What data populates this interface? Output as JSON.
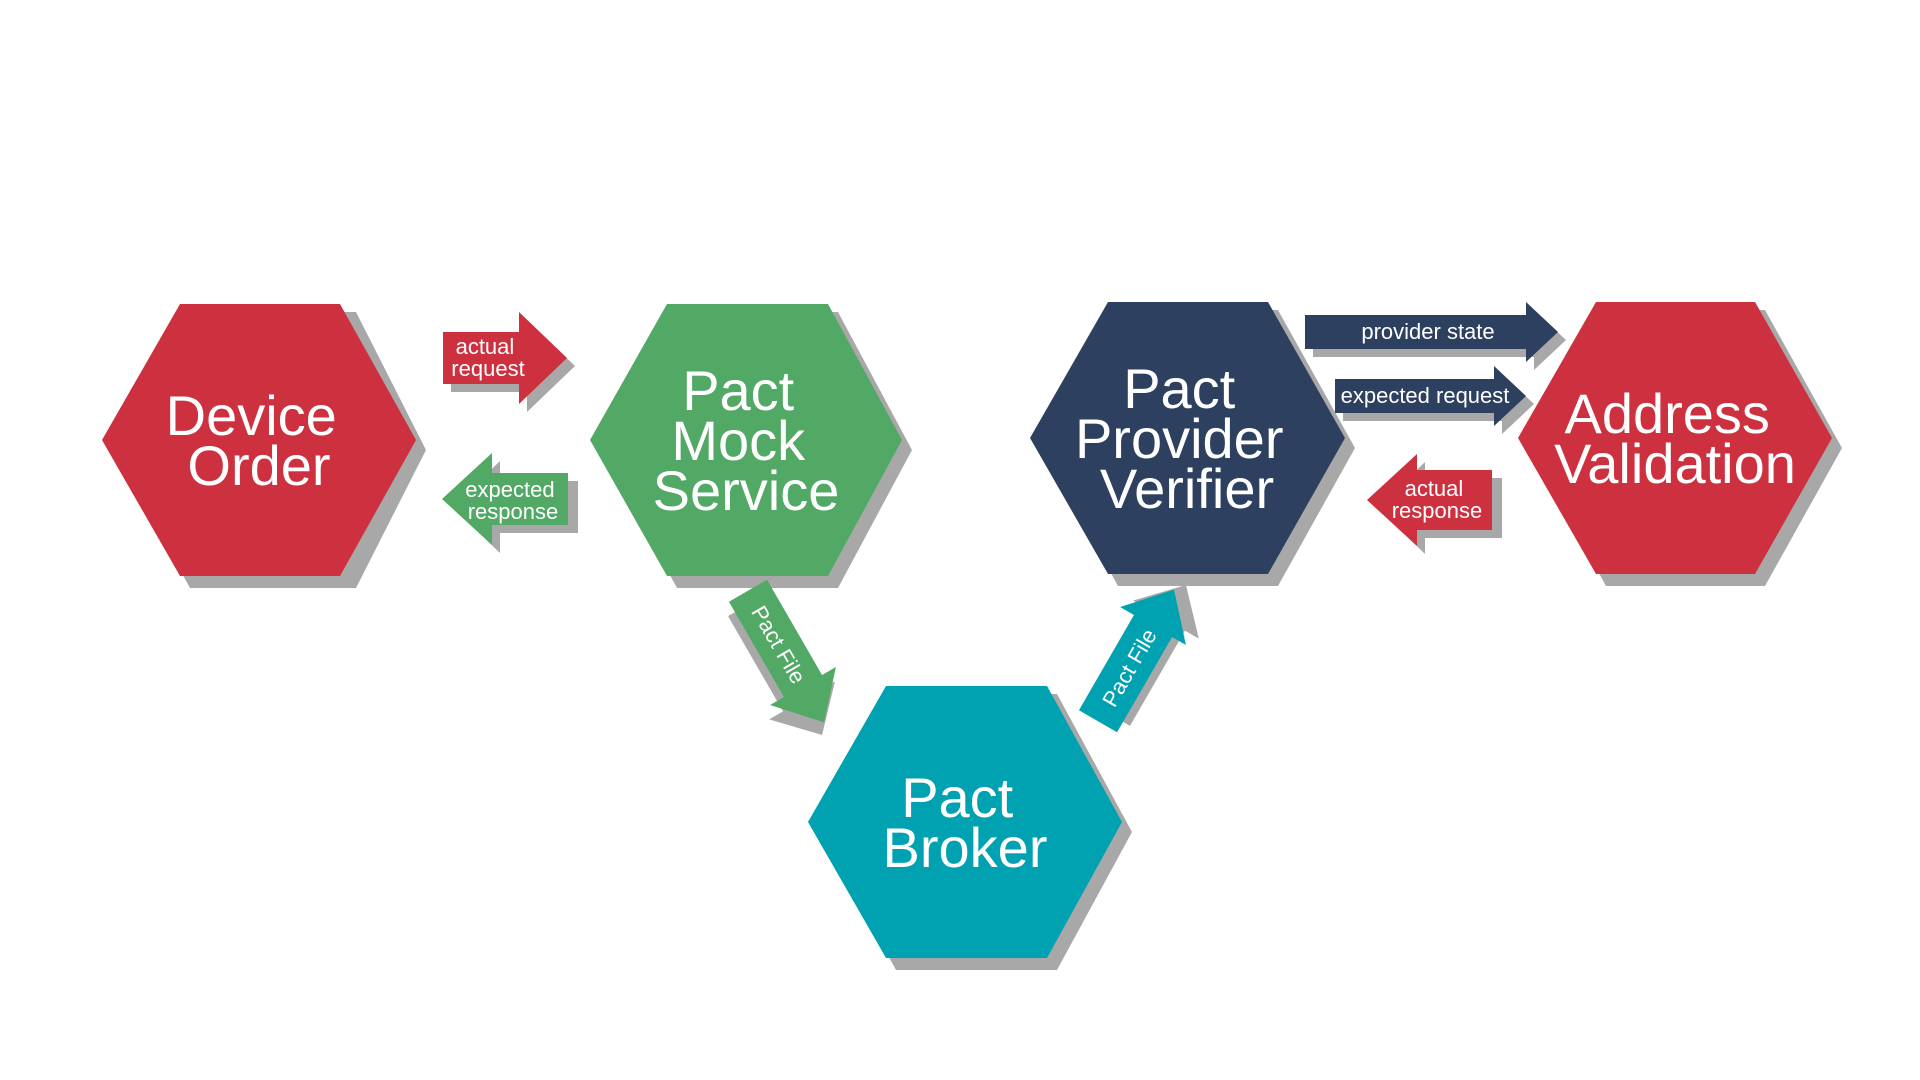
{
  "colors": {
    "red": "#cd303e",
    "green": "#52a865",
    "navy": "#2e405f",
    "teal": "#00a1b1",
    "shadow": "#a8a8a8"
  },
  "nodes": {
    "device_order": {
      "line1": "Device",
      "line2": "Order"
    },
    "mock_service": {
      "line1": "Pact",
      "line2": "Mock",
      "line3": "Service"
    },
    "provider_verifier": {
      "line1": "Pact",
      "line2": "Provider",
      "line3": "Verifier"
    },
    "address_validation": {
      "line1": "Address",
      "line2": "Validation"
    },
    "broker": {
      "line1": "Pact",
      "line2": "Broker"
    }
  },
  "arrows": {
    "actual_request": {
      "line1": "actual",
      "line2": "request"
    },
    "expected_response": {
      "line1": "expected",
      "line2": "response"
    },
    "provider_state": {
      "label": "provider state"
    },
    "expected_request": {
      "label": "expected request"
    },
    "actual_response": {
      "line1": "actual",
      "line2": "response"
    },
    "pact_file_down": {
      "label": "Pact File"
    },
    "pact_file_up": {
      "label": "Pact File"
    }
  }
}
